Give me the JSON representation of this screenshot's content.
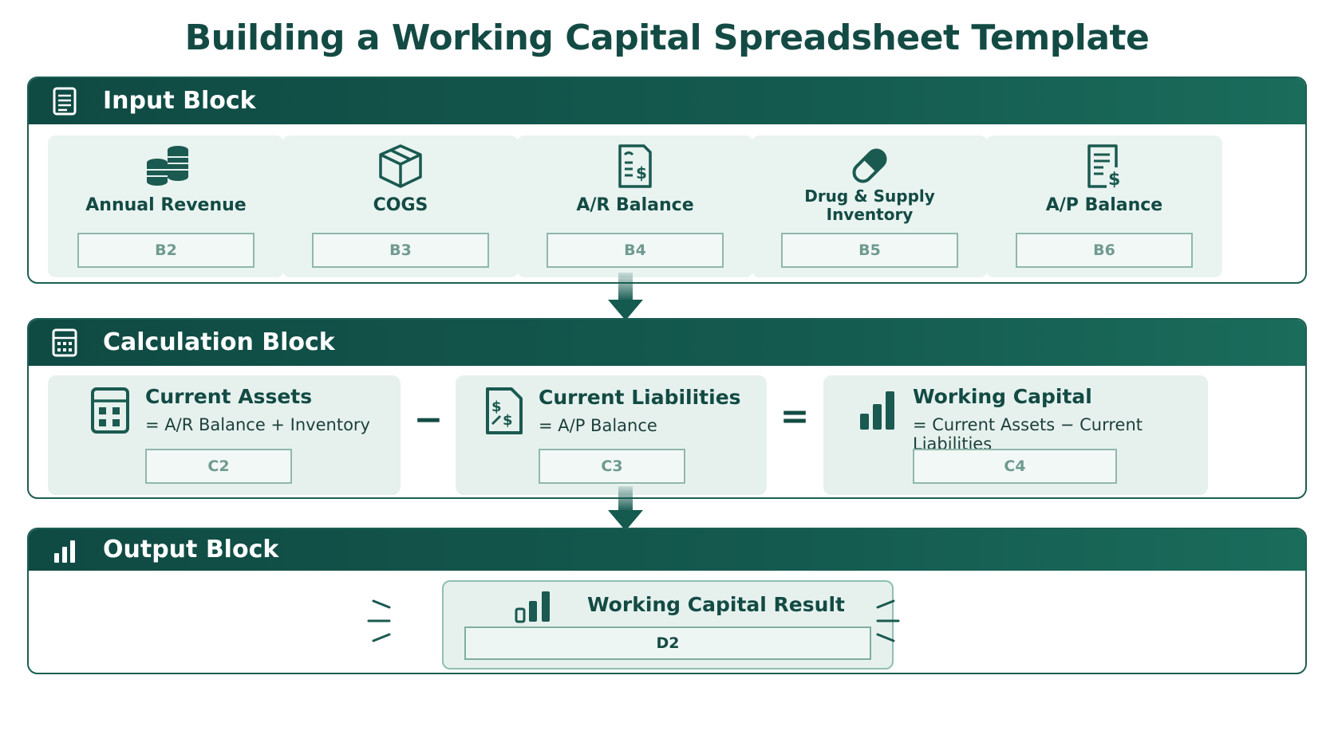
{
  "title": "Building a Working Capital Spreadsheet Template",
  "input_block": {
    "header": "Input Block",
    "header_icon": "document-icon",
    "cards": [
      {
        "label": "Annual Revenue",
        "cell": "B2",
        "icon": "coins-icon"
      },
      {
        "label": "COGS",
        "cell": "B3",
        "icon": "box-icon"
      },
      {
        "label": "A/R Balance",
        "cell": "B4",
        "icon": "invoice-dollar-icon"
      },
      {
        "label_line1": "Drug & Supply",
        "label_line2": "Inventory",
        "cell": "B5",
        "icon": "pill-icon"
      },
      {
        "label": "A/P Balance",
        "cell": "B6",
        "icon": "bill-dollar-icon"
      }
    ]
  },
  "calculation_block": {
    "header": "Calculation Block",
    "header_icon": "calculator-icon",
    "minus": "−",
    "equals": "=",
    "cards": [
      {
        "title": "Current Assets",
        "formula": "= A/R Balance + Inventory",
        "cell": "C2",
        "icon": "calculator-icon"
      },
      {
        "title": "Current Liabilities",
        "formula": "= A/P Balance",
        "cell": "C3",
        "icon": "dollar-document-icon"
      },
      {
        "title": "Working Capital",
        "formula": "= Current Assets − Current Liabilities",
        "cell": "C4",
        "icon": "bar-chart-icon"
      }
    ]
  },
  "output_block": {
    "header": "Output Block",
    "header_icon": "bar-chart-icon",
    "result_title": "Working Capital Result",
    "result_cell": "D2",
    "result_icon": "bar-chart-icon"
  },
  "colors": {
    "primary": "#134b44",
    "header_bg": "#145a4f",
    "card_bg": "#e9f3f0",
    "ref_text": "#6f9a90"
  }
}
